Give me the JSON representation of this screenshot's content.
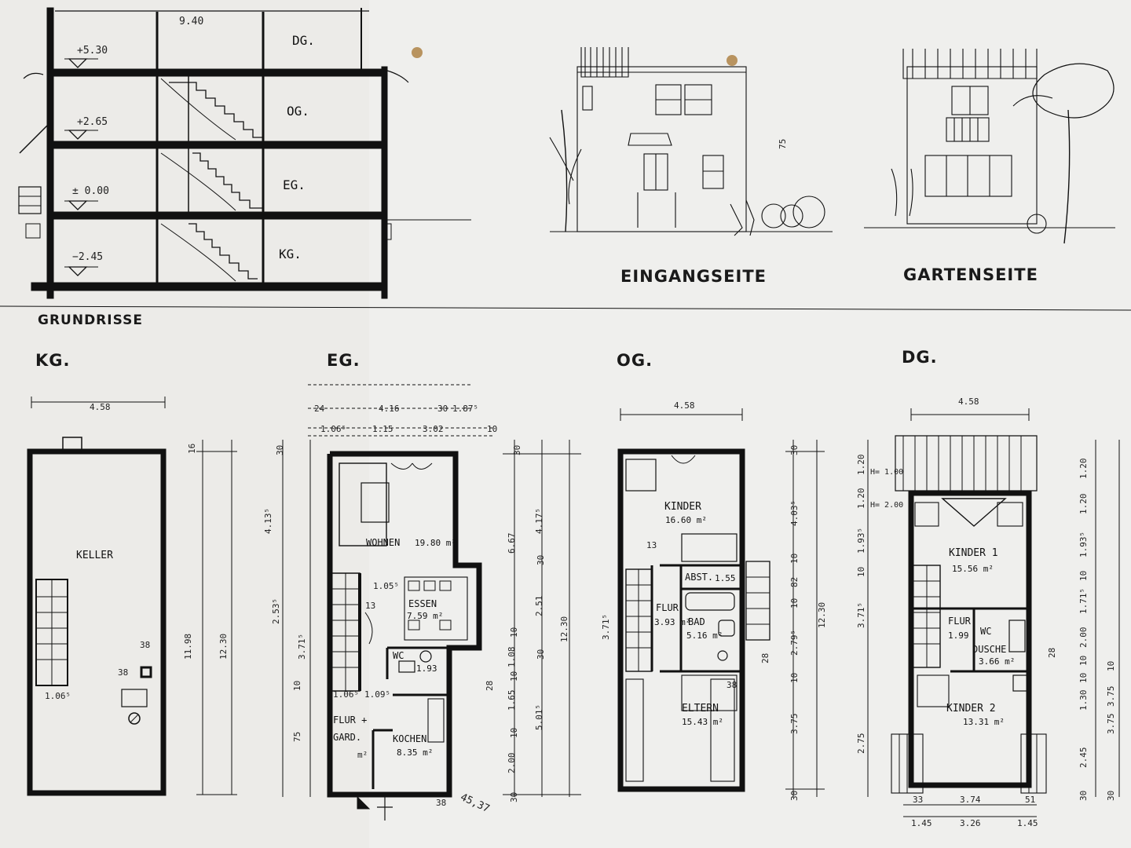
{
  "section": {
    "top_dimension": "9.40",
    "levels": [
      {
        "elevation": "+5.30",
        "name": "DG."
      },
      {
        "elevation": "+2.65",
        "name": "OG."
      },
      {
        "elevation": "± 0.00",
        "name": "EG."
      },
      {
        "elevation": "−2.45",
        "name": "KG."
      }
    ]
  },
  "elevations": {
    "front_label": "EINGANGSEITE",
    "garden_label": "GARTENSEITE",
    "front_dim": "75"
  },
  "plans": {
    "heading": "GRUNDRISSE",
    "kg": {
      "title": "KG.",
      "width": "4.58",
      "room": "KELLER",
      "dims": [
        "11.98",
        "12.30",
        "16",
        "1.06⁵",
        "38",
        "38"
      ]
    },
    "eg": {
      "title": "EG.",
      "top_dims": [
        "24",
        "4.16",
        "30",
        "1.87⁵",
        "1.06⁵",
        "1.15",
        "3.02",
        "10"
      ],
      "rooms": [
        {
          "name": "WOHNEN",
          "area": "19.80 m²"
        },
        {
          "name": "ESSEN",
          "area": "7.59 m²"
        },
        {
          "name": "WC",
          "area": "1.93"
        },
        {
          "name": "FLUR +",
          "area": "GARD."
        },
        {
          "name": "KOCHEN",
          "area": "8.35 m²"
        }
      ],
      "inner_dims": [
        "1.05⁵",
        "13",
        "1.06⁵",
        "1.09⁵",
        "m²",
        "38"
      ],
      "left_dims": [
        "30",
        "4.13⁵",
        "2.53⁵",
        "3.71⁵",
        "10",
        "75"
      ],
      "right_dims": [
        "30",
        "6.67",
        "4.17⁵",
        "30",
        "2.51",
        "12.30",
        "10",
        "1.08",
        "30",
        "10",
        "1.65",
        "5.01⁵",
        "10",
        "2.00",
        "30",
        "28"
      ],
      "note": "45,37"
    },
    "og": {
      "title": "OG.",
      "width": "4.58",
      "rooms": [
        {
          "name": "KINDER",
          "area": "16.60 m²"
        },
        {
          "name": "ABST.",
          "area": "1.55"
        },
        {
          "name": "FLUR",
          "area": "3.93 m²"
        },
        {
          "name": "BAD",
          "area": "5.16 m²"
        },
        {
          "name": "ELTERN",
          "area": "15.43 m²"
        }
      ],
      "inner_dims": [
        "13",
        "38",
        "28"
      ],
      "left_dims": [
        "3.71⁵"
      ],
      "right_dims": [
        "30",
        "4.03⁵",
        "10",
        "82",
        "10",
        "2.79⁵",
        "12.30",
        "10",
        "3.75",
        "30"
      ]
    },
    "dg": {
      "title": "DG.",
      "width": "4.58",
      "rooms": [
        {
          "name": "KINDER 1",
          "area": "15.56 m²"
        },
        {
          "name": "FLUR",
          "area": "1.99"
        },
        {
          "name": "WC",
          "area": ""
        },
        {
          "name": "DUSCHE",
          "area": "3.66 m²"
        },
        {
          "name": "KINDER 2",
          "area": "13.31 m²"
        }
      ],
      "heights": [
        "H= 1.00",
        "H= 2.00"
      ],
      "left_dims": [
        "1.20",
        "1.20",
        "1.93⁵",
        "10",
        "3.71⁵",
        "2.75"
      ],
      "right_dims": [
        "1.20",
        "1.20",
        "1.93⁵",
        "10",
        "1.71⁵",
        "28",
        "2.00",
        "10",
        "10",
        "1.30",
        "2.45",
        "3.75",
        "30",
        "30",
        "10",
        "3.75"
      ],
      "bottom_dims": [
        "33",
        "3.74",
        "51",
        "1.45",
        "3.26",
        "1.45"
      ]
    }
  }
}
